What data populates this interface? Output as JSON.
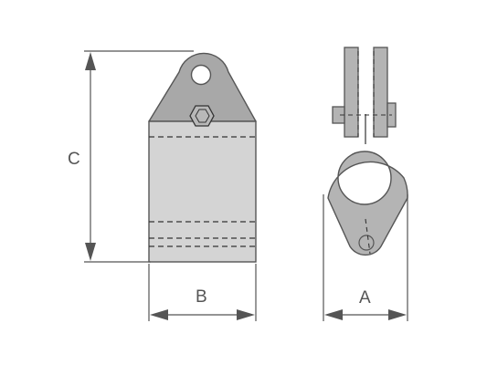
{
  "labels": {
    "c": "C",
    "b": "B",
    "a": "A"
  },
  "colors": {
    "background": "#ffffff",
    "body_fill": "#d4d4d4",
    "top_fill": "#a8a8a8",
    "side_fill": "#b4b4b4",
    "outline": "#555555",
    "dash": "#333333",
    "dimension": "#555555"
  }
}
